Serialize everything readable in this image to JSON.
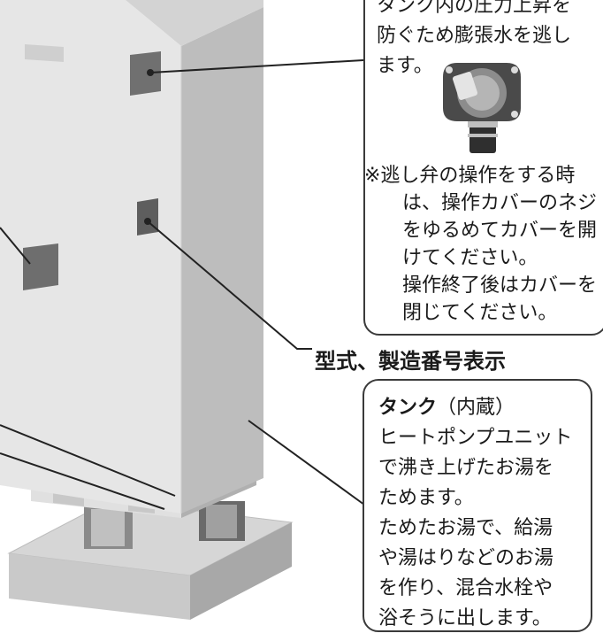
{
  "relief_callout": {
    "lines": [
      "タンク内の圧力上昇を",
      "防ぐため膨張水を逃し",
      "ます。"
    ],
    "note_lines": [
      "※逃し弁の操作をする時",
      "は、操作カバーのネジ",
      "をゆるめてカバーを開",
      "けてください。",
      "操作終了後はカバーを",
      "閉じてください。"
    ]
  },
  "model_label": "型式、製造番号表示",
  "tank_callout": {
    "title": "タンク",
    "title_suffix": "（内蔵）",
    "lines": [
      "ヒートポンプユニット",
      "で沸き上げたお湯を",
      "ためます。",
      "ためたお湯で、給湯",
      "や湯はりなどのお湯",
      "を作り、混合水栓や",
      "浴そうに出します。"
    ]
  },
  "colors": {
    "unit_front": "#e6e6e6",
    "unit_side": "#bdbdbd",
    "unit_top": "#d3d3d3",
    "panel": "#6e6e6e",
    "base": "#cfcfcf",
    "outline": "#3a3a3a"
  }
}
